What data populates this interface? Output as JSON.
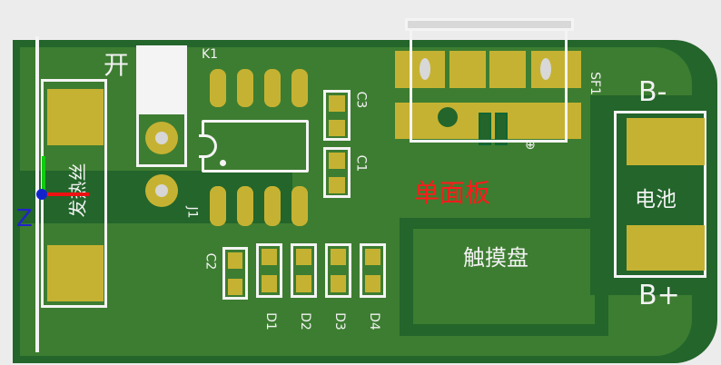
{
  "labels": {
    "heater": "发热丝",
    "switch": "开",
    "k1": "K1",
    "j1": "J1",
    "c1": "C1",
    "c2": "C2",
    "c3": "C3",
    "sf1": "SF1",
    "d1": "D1",
    "d2": "D2",
    "d3": "D3",
    "d4": "D4",
    "single_sided": "单面板",
    "touch_pad": "触摸盘",
    "battery": "电池",
    "b_minus": "B-",
    "b_plus": "B+",
    "axis_z": "Z"
  },
  "colors": {
    "board": "#3d7d31",
    "pad": "#c6b232",
    "silk": "#f4f4f4",
    "highlight": "#ff1a1a"
  }
}
